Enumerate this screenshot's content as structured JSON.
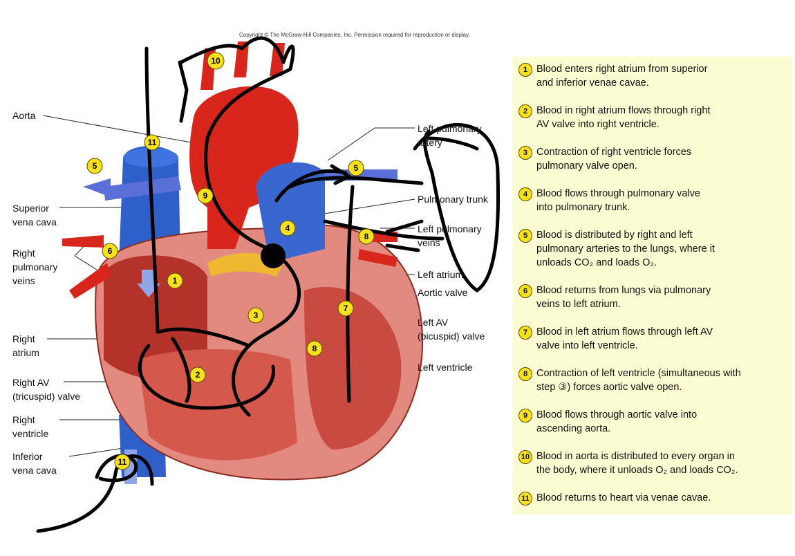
{
  "copyright": "Copyright © The McGraw-Hill Companies, Inc. Permission required for reproduction or display.",
  "labels": {
    "aorta": "Aorta",
    "superior_vena_cava": "Superior\nvena cava",
    "right_pulmonary_veins": "Right\npulmonary\nveins",
    "right_atrium": "Right\natrium",
    "right_av_valve": "Right AV\n(tricuspid) valve",
    "right_ventricle": "Right\nventricle",
    "inferior_vena_cava": "Inferior\nvena cava",
    "left_pulmonary_artery": "Left pulmonary\nartery",
    "pulmonary_trunk": "Pulmonary trunk",
    "left_pulmonary_veins": "Left pulmonary\nveins",
    "left_atrium": "Left atrium",
    "aortic_valve": "Aortic valve",
    "left_av_valve": "Left AV\n(bicuspid) valve",
    "left_ventricle": "Left ventricle"
  },
  "markers": [
    "1",
    "2",
    "3",
    "4",
    "5",
    "5",
    "6",
    "7",
    "8",
    "8",
    "9",
    "10",
    "11",
    "11"
  ],
  "steps": [
    {
      "num": "1",
      "text": "Blood enters right atrium from superior\nand inferior venae cavae."
    },
    {
      "num": "2",
      "text": "Blood in right atrium flows through right\nAV valve into right ventricle."
    },
    {
      "num": "3",
      "text": "Contraction of right ventricle forces\npulmonary valve open."
    },
    {
      "num": "4",
      "text": "Blood flows through pulmonary valve\ninto pulmonary trunk."
    },
    {
      "num": "5",
      "text": "Blood is distributed by right and left\npulmonary arteries to the lungs, where it\nunloads CO₂ and loads O₂."
    },
    {
      "num": "6",
      "text": "Blood returns from lungs via pulmonary\nveins to left atrium."
    },
    {
      "num": "7",
      "text": "Blood in left atrium flows through left AV\nvalve into left ventricle."
    },
    {
      "num": "8",
      "text": "Contraction of left ventricle (simultaneous with\nstep ③) forces aortic valve open."
    },
    {
      "num": "9",
      "text": "Blood flows through aortic valve into\nascending aorta."
    },
    {
      "num": "10",
      "text": "Blood in aorta is distributed to every organ in\nthe body, where it unloads O₂ and loads CO₂."
    },
    {
      "num": "11",
      "text": "Blood returns to heart via venae cavae."
    }
  ],
  "colors": {
    "oxygenated": "#d9261c",
    "deoxygenated": "#2f5fc9",
    "myocardium": "#e38a80",
    "fat": "#f0b830",
    "marker": "#f7e01c",
    "panel": "#fbfcd2",
    "pen": "#000000"
  }
}
